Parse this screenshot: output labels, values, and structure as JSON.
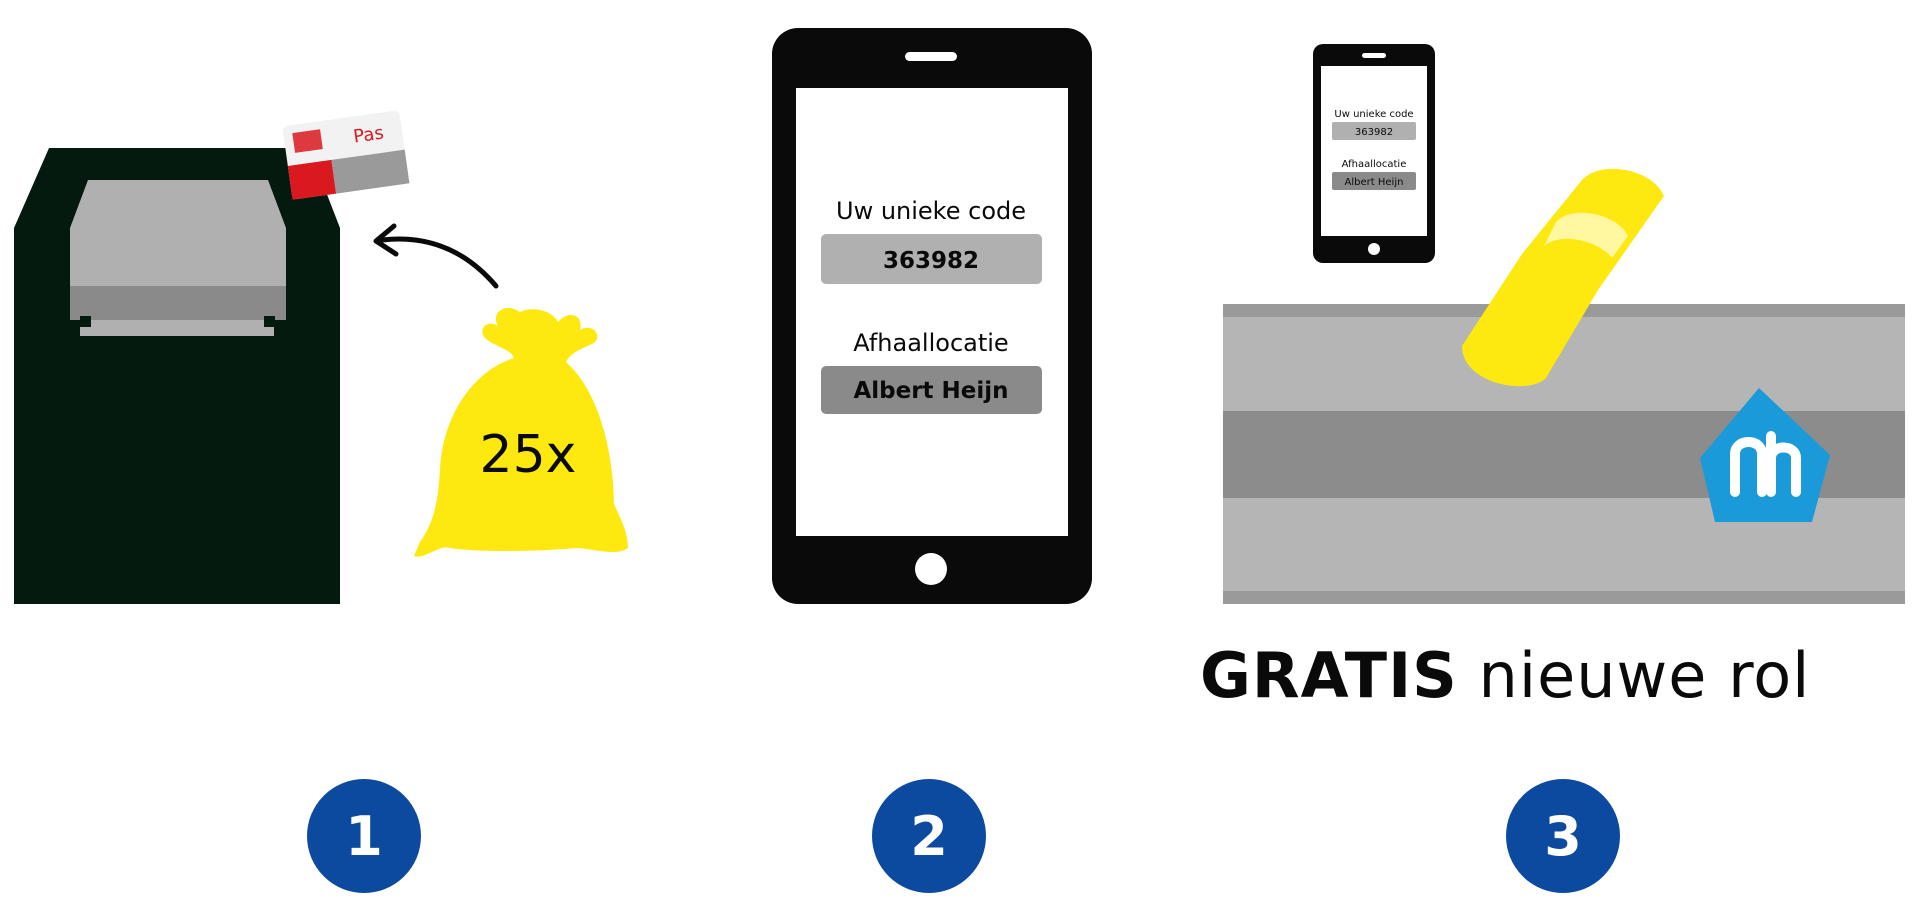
{
  "colors": {
    "container_body": "#051a0f",
    "container_lid": "#b0b0b0",
    "container_lid_shadow": "#8a8a8a",
    "bag": "#fde910",
    "card_red": "#d9191f",
    "card_grey": "#9a9a9a",
    "phone": "#0a0a0a",
    "code_box": "#b0b0b0",
    "location_box": "#8a8a8a",
    "counter_light": "#b5b5b5",
    "counter_band": "#8c8c8c",
    "counter_edge": "#9a9a9a",
    "roll": "#fde910",
    "ah_logo": "#1a9ad9",
    "badge": "#0c4aa0"
  },
  "step1": {
    "card_label": "Pas",
    "bag_count": "25x"
  },
  "step2": {
    "code_label": "Uw unieke code",
    "code_value": "363982",
    "location_label": "Afhaallocatie",
    "location_value": "Albert Heijn"
  },
  "step3": {
    "code_label": "Uw unieke code",
    "code_value": "363982",
    "location_label": "Afhaallocatie",
    "location_value": "Albert Heijn",
    "headline_bold": "GRATIS",
    "headline_rest": "nieuwe rol"
  },
  "icons": {
    "container": "waste-container-icon",
    "card": "resident-card-icon",
    "arrow": "curved-arrow-icon",
    "bag": "yellow-bag-icon",
    "phone": "smartphone-icon",
    "counter": "store-counter-icon",
    "roll": "bag-roll-icon",
    "logo": "albert-heijn-logo-icon"
  },
  "steps": [
    {
      "number": "1"
    },
    {
      "number": "2"
    },
    {
      "number": "3"
    }
  ]
}
